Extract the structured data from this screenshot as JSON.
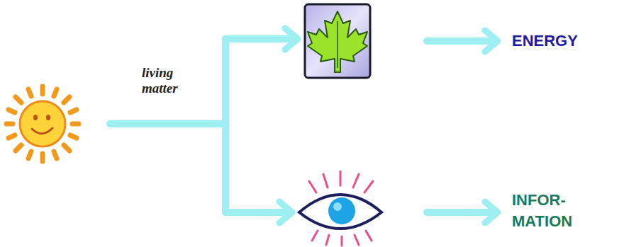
{
  "diagram": {
    "labels": [
      "living matter",
      "ENERGY",
      "INFOR- MATION"
    ]
  }
}
